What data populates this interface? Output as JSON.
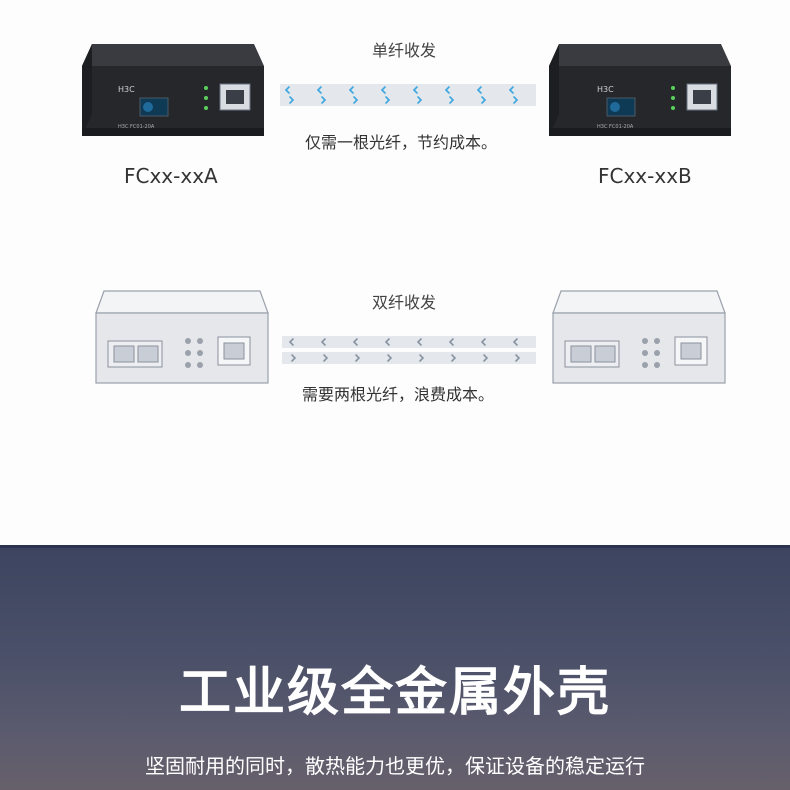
{
  "single_fiber": {
    "title": "单纤收发",
    "note": "仅需一根光纤，节约成本。",
    "device_a": {
      "model": "FCxx-xxA",
      "brand": "H3C",
      "label": "H3C FC01-20A"
    },
    "device_b": {
      "model": "FCxx-xxB",
      "brand": "H3C",
      "label": "H3C FC01-20A"
    }
  },
  "dual_fiber": {
    "title": "双纤收发",
    "note": "需要两根光纤，浪费成本。"
  },
  "feature": {
    "headline": "工业级全金属外壳",
    "subline": "坚固耐用的同时，散热能力也更优，保证设备的稳定运行"
  },
  "colors": {
    "arrow_blue": "#3aa7e0",
    "arrow_gray": "#8a93a3",
    "fiber_track": "#e4e7ec",
    "device_dark": "#2e2f33",
    "banner_top": "#3c4460",
    "banner_bottom": "#67606b"
  }
}
